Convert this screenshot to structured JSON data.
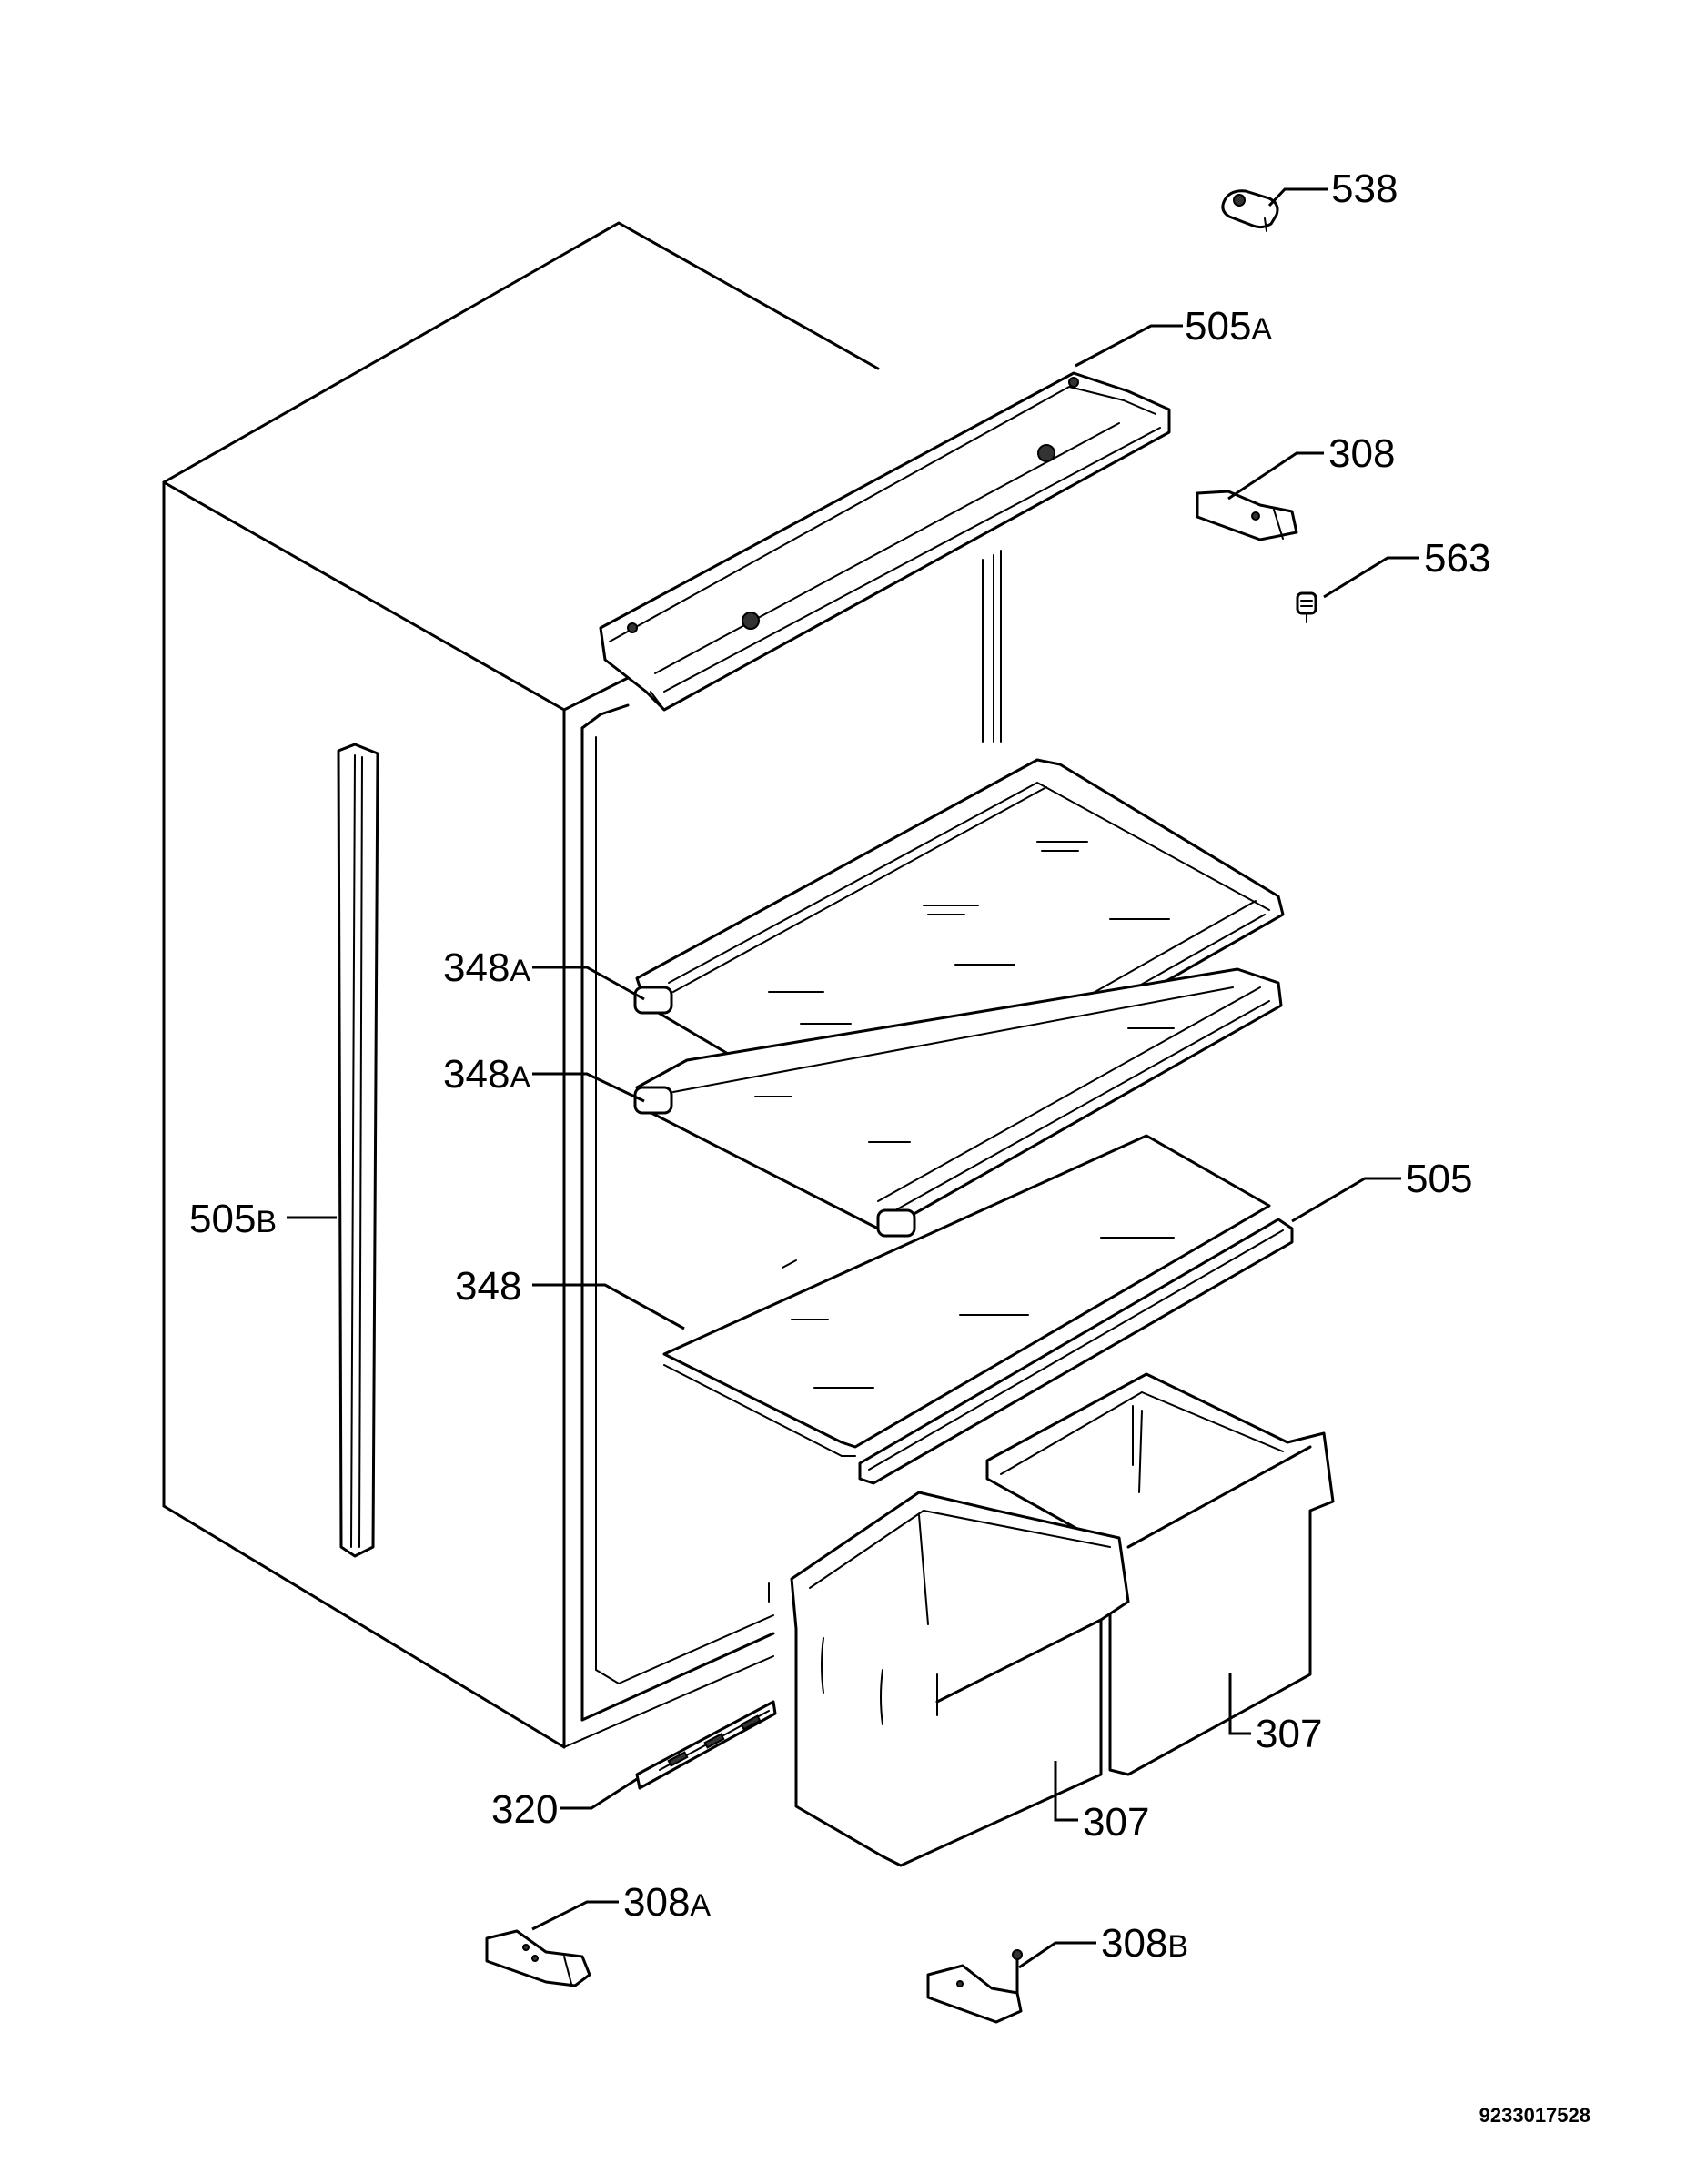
{
  "diagram": {
    "drawing_number": "9233017528",
    "callouts": [
      {
        "id": "538",
        "number": "538",
        "suffix": ""
      },
      {
        "id": "505a",
        "number": "505",
        "suffix": "A"
      },
      {
        "id": "308",
        "number": "308",
        "suffix": ""
      },
      {
        "id": "563",
        "number": "563",
        "suffix": ""
      },
      {
        "id": "348a-upper",
        "number": "348",
        "suffix": "A"
      },
      {
        "id": "348a-lower",
        "number": "348",
        "suffix": "A"
      },
      {
        "id": "505b",
        "number": "505",
        "suffix": "B"
      },
      {
        "id": "505",
        "number": "505",
        "suffix": ""
      },
      {
        "id": "348",
        "number": "348",
        "suffix": ""
      },
      {
        "id": "307-right",
        "number": "307",
        "suffix": ""
      },
      {
        "id": "307-left",
        "number": "307",
        "suffix": ""
      },
      {
        "id": "320",
        "number": "320",
        "suffix": ""
      },
      {
        "id": "308a",
        "number": "308",
        "suffix": "A"
      },
      {
        "id": "308b",
        "number": "308",
        "suffix": "B"
      }
    ]
  }
}
